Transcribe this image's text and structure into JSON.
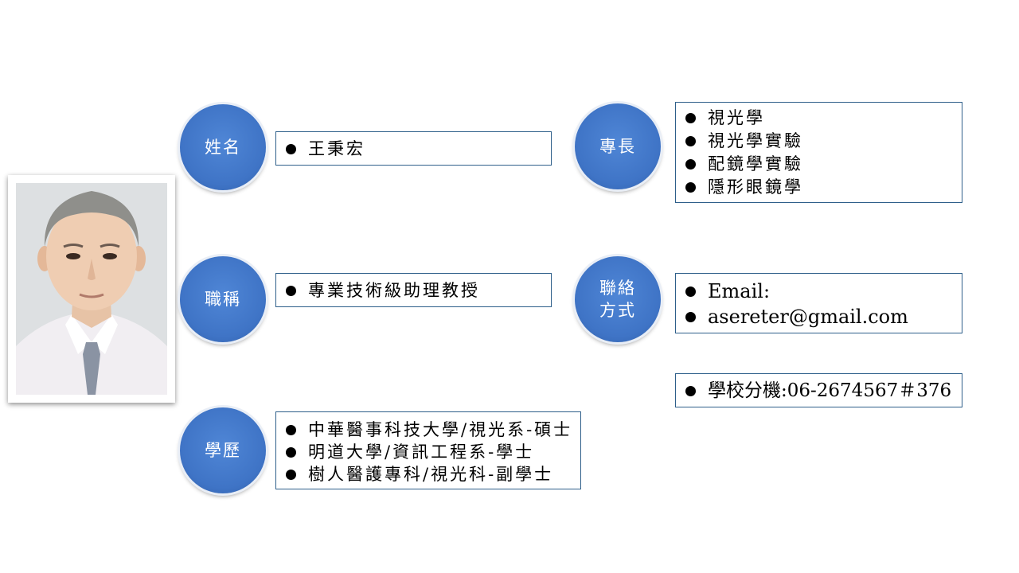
{
  "labels": {
    "name": "姓名",
    "title": "職稱",
    "education": "學歷",
    "specialty": "專長",
    "contact_line1": "聯絡",
    "contact_line2": "方式"
  },
  "name_items": [
    "王秉宏"
  ],
  "title_items": [
    "專業技術級助理教授"
  ],
  "education_items": [
    "中華醫事科技大學/視光系-碩士",
    "明道大學/資訊工程系-學士",
    "樹人醫護專科/視光科-副學士"
  ],
  "specialty_items": [
    "視光學",
    "視光學實驗",
    "配鏡學實驗",
    "隱形眼鏡學"
  ],
  "contact_items": [
    "Email:",
    "asereter@gmail.com"
  ],
  "extension_items": [
    "學校分機:06-2674567＃376"
  ],
  "colors": {
    "circle": "#4472C4",
    "box_border": "#2E5F8A",
    "text": "#000000"
  }
}
